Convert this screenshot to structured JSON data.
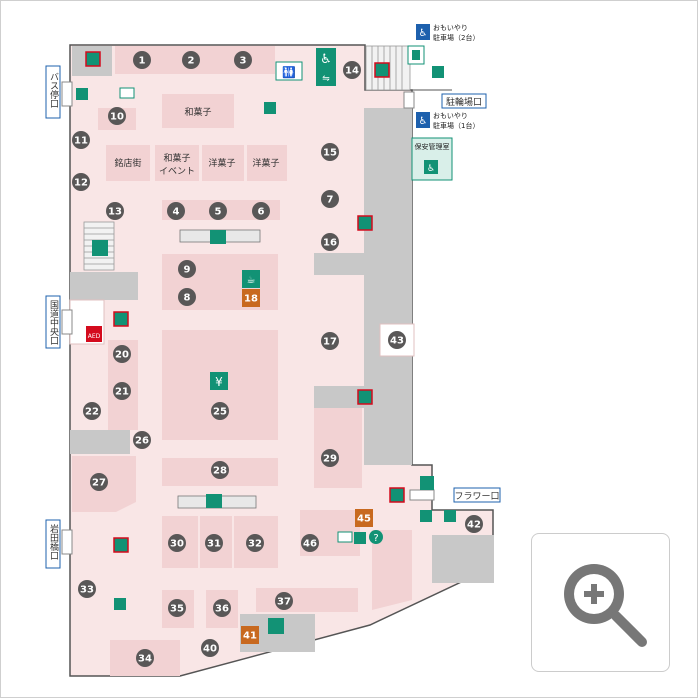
{
  "colors": {
    "floor": "#f9e6e6",
    "shop": "#f2d2d3",
    "wall": "#c8c8c8",
    "badge": "#595757",
    "badgeOrange": "#c8691f",
    "green": "#129275",
    "blue": "#1d60ad",
    "red": "#d40b1d"
  },
  "entrances": {
    "bus": "バス停口",
    "kokudo": "国道中央口",
    "iwata": "岩田橋口",
    "parking": "駐輪場口",
    "flower": "フラワー口"
  },
  "parking_notes": {
    "top_line1": "おもいやり",
    "top_line2": "駐車場（2台）",
    "mid_line1": "おもいやり",
    "mid_line2": "駐車場（1台）"
  },
  "security_office": "保安管理室",
  "zones": {
    "wagashi": "和菓子",
    "meitengai": "銘店街",
    "wagashi_event_1": "和菓子",
    "wagashi_event_2": "イベント",
    "yogashi_1": "洋菓子",
    "yogashi_2": "洋菓子"
  },
  "yen_symbol": "¥",
  "aed_label": "AED",
  "shops": [
    "1",
    "2",
    "3",
    "4",
    "5",
    "6",
    "7",
    "8",
    "9",
    "10",
    "11",
    "12",
    "13",
    "14",
    "15",
    "16",
    "17",
    "18",
    "20",
    "21",
    "22",
    "25",
    "26",
    "27",
    "28",
    "29",
    "30",
    "31",
    "32",
    "33",
    "34",
    "35",
    "36",
    "37",
    "40",
    "41",
    "42",
    "43",
    "45",
    "46"
  ],
  "zoom_button": "zoom-in"
}
